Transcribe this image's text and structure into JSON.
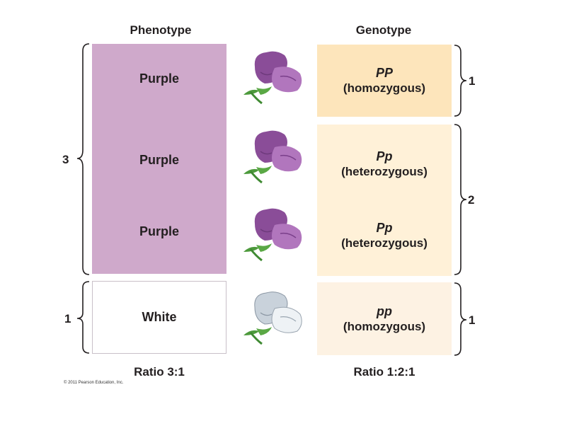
{
  "headers": {
    "phenotype": "Phenotype",
    "genotype": "Genotype"
  },
  "phenotype": {
    "rows": [
      "Purple",
      "Purple",
      "Purple",
      "White"
    ],
    "groups": [
      "3",
      "1"
    ],
    "ratio": "Ratio 3:1"
  },
  "genotype": {
    "rows": [
      {
        "symbol": "PP",
        "desc": "(homozygous)"
      },
      {
        "symbol": "Pp",
        "desc": "(heterozygous)"
      },
      {
        "symbol": "Pp",
        "desc": "(heterozygous)"
      },
      {
        "symbol": "pp",
        "desc": "(homozygous)"
      }
    ],
    "groups": [
      "1",
      "2",
      "1"
    ],
    "ratio": "Ratio 1:2:1"
  },
  "copyright": "© 2011 Pearson Education, Inc.",
  "colors": {
    "purple_block": "#cfa9cb",
    "white_block": "#ffffff",
    "geno_pp_dominant": "#fde5bb",
    "geno_het": "#fff1d8",
    "geno_pp_recessive": "#fdf2e3",
    "flower_purple": "#9c5ba8",
    "flower_white": "#dfe6ec",
    "stem_green": "#4d9a3c"
  },
  "icons": [
    "purple-flower-icon",
    "white-flower-icon"
  ]
}
